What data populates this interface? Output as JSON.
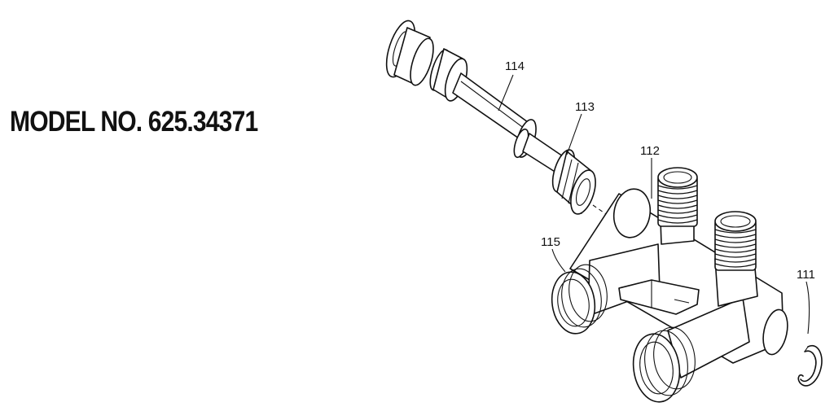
{
  "title": "MODEL NO. 625.34371",
  "callouts": {
    "p111": "111",
    "p112": "112",
    "p113": "113",
    "p114": "114",
    "p115": "115"
  },
  "colors": {
    "ink": "#111111",
    "paper": "#ffffff"
  }
}
